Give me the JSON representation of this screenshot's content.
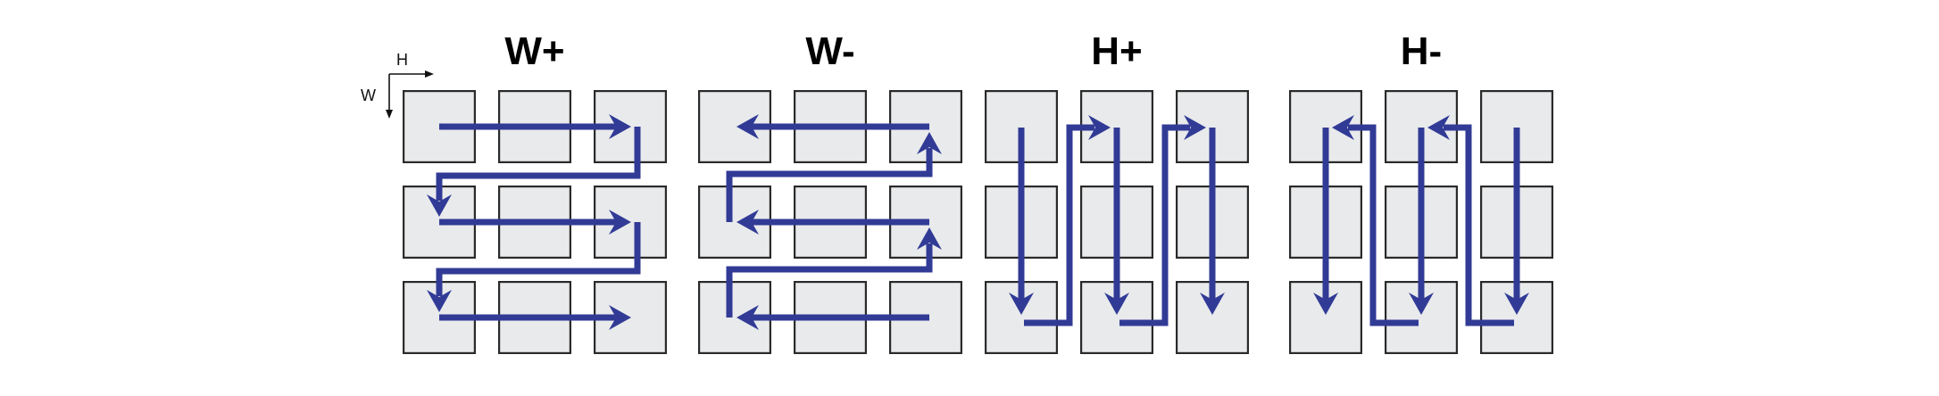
{
  "axis": {
    "h_label": "H",
    "w_label": "W"
  },
  "panels": [
    {
      "label": "W+",
      "pattern": "rows-top-to-bottom-each-left-to-right"
    },
    {
      "label": "W-",
      "pattern": "rows-bottom-to-top-each-right-to-left"
    },
    {
      "label": "H+",
      "pattern": "cols-left-to-right-each-top-to-bottom"
    },
    {
      "label": "H-",
      "pattern": "cols-right-to-left-each-top-to-bottom"
    }
  ],
  "grid": {
    "rows": 3,
    "cols": 3
  },
  "colors": {
    "arrow": "#313b96",
    "cell_fill": "#e9eaec",
    "cell_border": "#2a2a2a",
    "axis": "#111111",
    "text": "#000000",
    "background": "#ffffff"
  }
}
